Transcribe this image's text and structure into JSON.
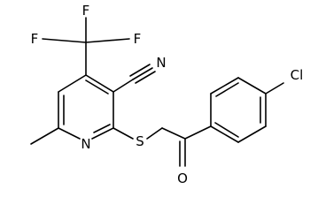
{
  "molecule": {
    "atom_labels": {
      "fluorine_1": "F",
      "fluorine_2": "F",
      "fluorine_3": "F",
      "nitrile_nitrogen": "N",
      "ring_nitrogen": "N",
      "sulfur": "S",
      "oxygen": "O",
      "chlorine": "Cl"
    }
  }
}
